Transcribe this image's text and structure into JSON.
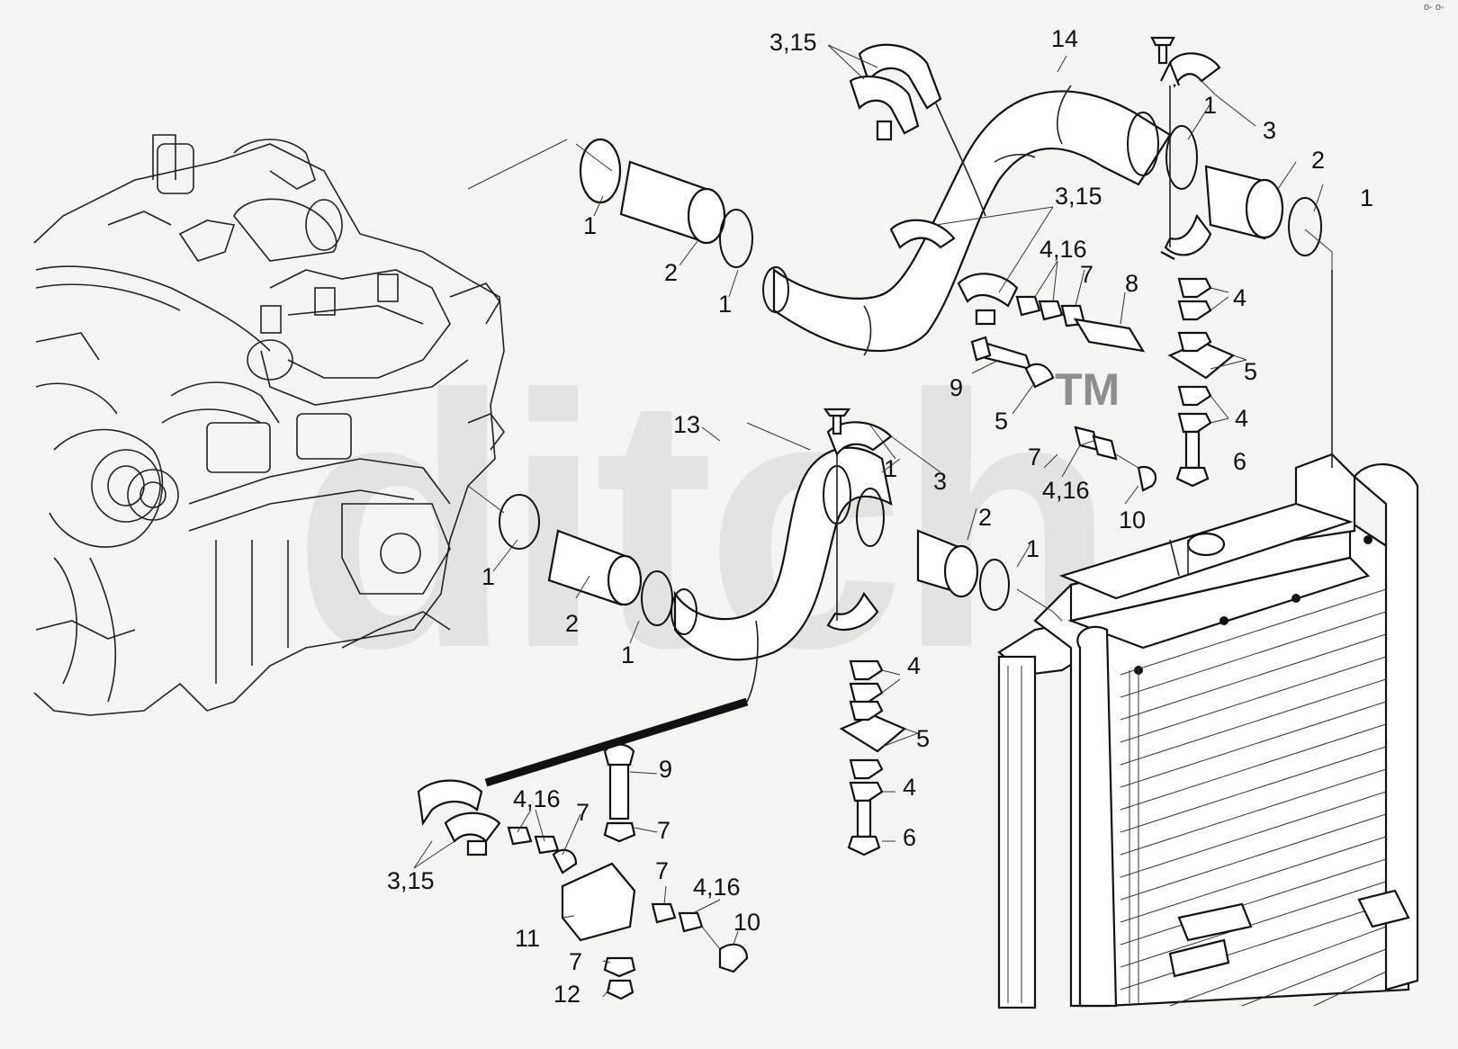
{
  "watermark": {
    "letters": "ditch",
    "trademark": "TM",
    "corner": "o- o-"
  },
  "callouts": [
    {
      "id": "c-3-15-a",
      "text": "3,15"
    },
    {
      "id": "c-14",
      "text": "14"
    },
    {
      "id": "c-3-a",
      "text": "3"
    },
    {
      "id": "c-1-a",
      "text": "1"
    },
    {
      "id": "c-2-a",
      "text": "2"
    },
    {
      "id": "c-1-b",
      "text": "1"
    },
    {
      "id": "c-1-c",
      "text": "1"
    },
    {
      "id": "c-2-b",
      "text": "2"
    },
    {
      "id": "c-1-d",
      "text": "1"
    },
    {
      "id": "c-3-15-b",
      "text": "3,15"
    },
    {
      "id": "c-4-16-a",
      "text": "4,16"
    },
    {
      "id": "c-7-a",
      "text": "7"
    },
    {
      "id": "c-8",
      "text": "8"
    },
    {
      "id": "c-4-a",
      "text": "4"
    },
    {
      "id": "c-5-a",
      "text": "5"
    },
    {
      "id": "c-9-a",
      "text": "9"
    },
    {
      "id": "c-5-b",
      "text": "5"
    },
    {
      "id": "c-4-b",
      "text": "4"
    },
    {
      "id": "c-6-a",
      "text": "6"
    },
    {
      "id": "c-13",
      "text": "13"
    },
    {
      "id": "c-1-e",
      "text": "1"
    },
    {
      "id": "c-3-b",
      "text": "3"
    },
    {
      "id": "c-7-b",
      "text": "7"
    },
    {
      "id": "c-4-16-b",
      "text": "4,16"
    },
    {
      "id": "c-10-a",
      "text": "10"
    },
    {
      "id": "c-2-c",
      "text": "2"
    },
    {
      "id": "c-1-f",
      "text": "1"
    },
    {
      "id": "c-1-g",
      "text": "1"
    },
    {
      "id": "c-2-d",
      "text": "2"
    },
    {
      "id": "c-1-h",
      "text": "1"
    },
    {
      "id": "c-4-c",
      "text": "4"
    },
    {
      "id": "c-5-c",
      "text": "5"
    },
    {
      "id": "c-4-d",
      "text": "4"
    },
    {
      "id": "c-6-b",
      "text": "6"
    },
    {
      "id": "c-9-b",
      "text": "9"
    },
    {
      "id": "c-4-16-c",
      "text": "4,16"
    },
    {
      "id": "c-7-c",
      "text": "7"
    },
    {
      "id": "c-3-15-c",
      "text": "3,15"
    },
    {
      "id": "c-7-d",
      "text": "7"
    },
    {
      "id": "c-7-e",
      "text": "7"
    },
    {
      "id": "c-4-16-d",
      "text": "4,16"
    },
    {
      "id": "c-10-b",
      "text": "10"
    },
    {
      "id": "c-11",
      "text": "11"
    },
    {
      "id": "c-7-f",
      "text": "7"
    },
    {
      "id": "c-12",
      "text": "12"
    }
  ]
}
